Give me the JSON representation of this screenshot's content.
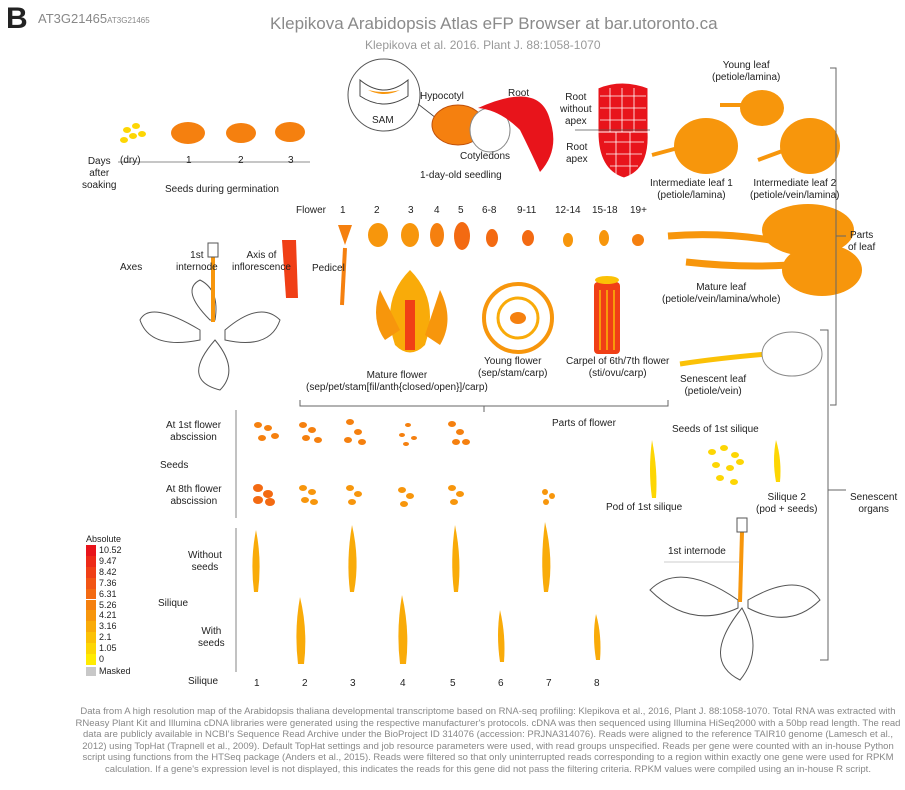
{
  "panel_letter": "B",
  "gene_id": "AT3G21465",
  "gene_id_small": "AT3G21465",
  "title": "Klepikova Arabidopsis Atlas eFP Browser at bar.utoronto.ca",
  "subtitle": "Klepikova et al. 2016. Plant J. 88:1058-1070",
  "labels": {
    "sam": "SAM",
    "hypocotyl": "Hypocotyl",
    "root": "Root",
    "cotyledons": "Cotyledons",
    "seedling": "1-day-old seedling",
    "root_without_apex": "Root\nwithout\napex",
    "root_apex": "Root\napex",
    "young_leaf": "Young leaf\n(petiole/lamina)",
    "intermediate_leaf_1": "Intermediate leaf 1\n(petiole/lamina)",
    "intermediate_leaf_2": "Intermediate leaf 2\n(petiole/vein/lamina)",
    "days_after_soaking": "Days\nafter\nsoaking",
    "dry": "(dry)",
    "day1": "1",
    "day2": "2",
    "day3": "3",
    "seeds_germination": "Seeds during germination",
    "flower": "Flower",
    "flower_stages": [
      "1",
      "2",
      "3",
      "4",
      "5",
      "6-8",
      "9-11",
      "12-14",
      "15-18",
      "19+"
    ],
    "axes": "Axes",
    "first_internode": "1st\ninternode",
    "axis_inflorescence": "Axis of\ninflorescence",
    "pedicel": "Pedicel",
    "parts_of_leaf": "Parts\nof leaf",
    "mature_leaf": "Mature leaf\n(petiole/vein/lamina/whole)",
    "mature_flower": "Mature flower\n(sep/pet/stam[fil/anth{closed/open}]/carp)",
    "young_flower": "Young flower\n(sep/stam/carp)",
    "carpel": "Carpel of 6th/7th flower\n(sti/ovu/carp)",
    "senescent_leaf": "Senescent leaf\n(petiole/vein)",
    "parts_of_flower": "Parts of flower",
    "at_1st_flower": "At 1st flower\nabscission",
    "seeds": "Seeds",
    "at_8th_flower": "At 8th flower\nabscission",
    "seeds_1st_silique": "Seeds of 1st silique",
    "pod_1st_silique": "Pod of 1st silique",
    "silique2": "Silique 2\n(pod + seeds)",
    "senescent_organs": "Senescent\norgans",
    "first_internode_2": "1st internode",
    "without_seeds": "Without\nseeds",
    "silique_mid": "Silique",
    "with_seeds": "With\nseeds",
    "silique_bottom": "Silique",
    "silique_numbers": [
      "1",
      "2",
      "3",
      "4",
      "5",
      "6",
      "7",
      "8"
    ]
  },
  "legend": {
    "title": "Absolute",
    "values": [
      "10.52",
      "9.47",
      "8.42",
      "7.36",
      "6.31",
      "5.26",
      "4.21",
      "3.16",
      "2.1",
      "1.05",
      "0"
    ],
    "masked": "Masked",
    "colors": [
      "#e8141b",
      "#ed2a18",
      "#f03f16",
      "#f25514",
      "#f36a12",
      "#f5800f",
      "#f7960c",
      "#f9ab09",
      "#fbc106",
      "#fdd604",
      "#ffeb01"
    ],
    "masked_color": "#c8c8c8"
  },
  "footnote": "Data from A high resolution map of the Arabidopsis thaliana developmental transcriptome based on RNA-seq profiling: Klepikova et al., 2016, Plant J. 88:1058-1070. Total RNA was extracted with RNeasy Plant Kit and Illumina cDNA libraries were generated using the respective manufacturer's protocols. cDNA was then sequenced using Illumina HiSeq2000 with a 50bp read length. The read data are publicly available in NCBI's Sequence Read Archive under the BioProject ID 314076 (accession: PRJNA314076). Reads were aligned to the reference TAIR10 genome (Lamesch et al., 2012) using TopHat (Trapnell et al., 2009). Default TopHat settings and job resource parameters were used, with read groups unspecified. Reads per gene were counted with an in-house Python script using functions from the HTSeq package (Anders et al., 2015). Reads were filtered so that only uninterrupted reads corresponding to a region within exactly one gene were used for RPKM calculation. If a gene's expression level is not displayed, this indicates the reads for this gene did not pass the filtering criteria. RPKM values were compiled using an in-house R script."
}
